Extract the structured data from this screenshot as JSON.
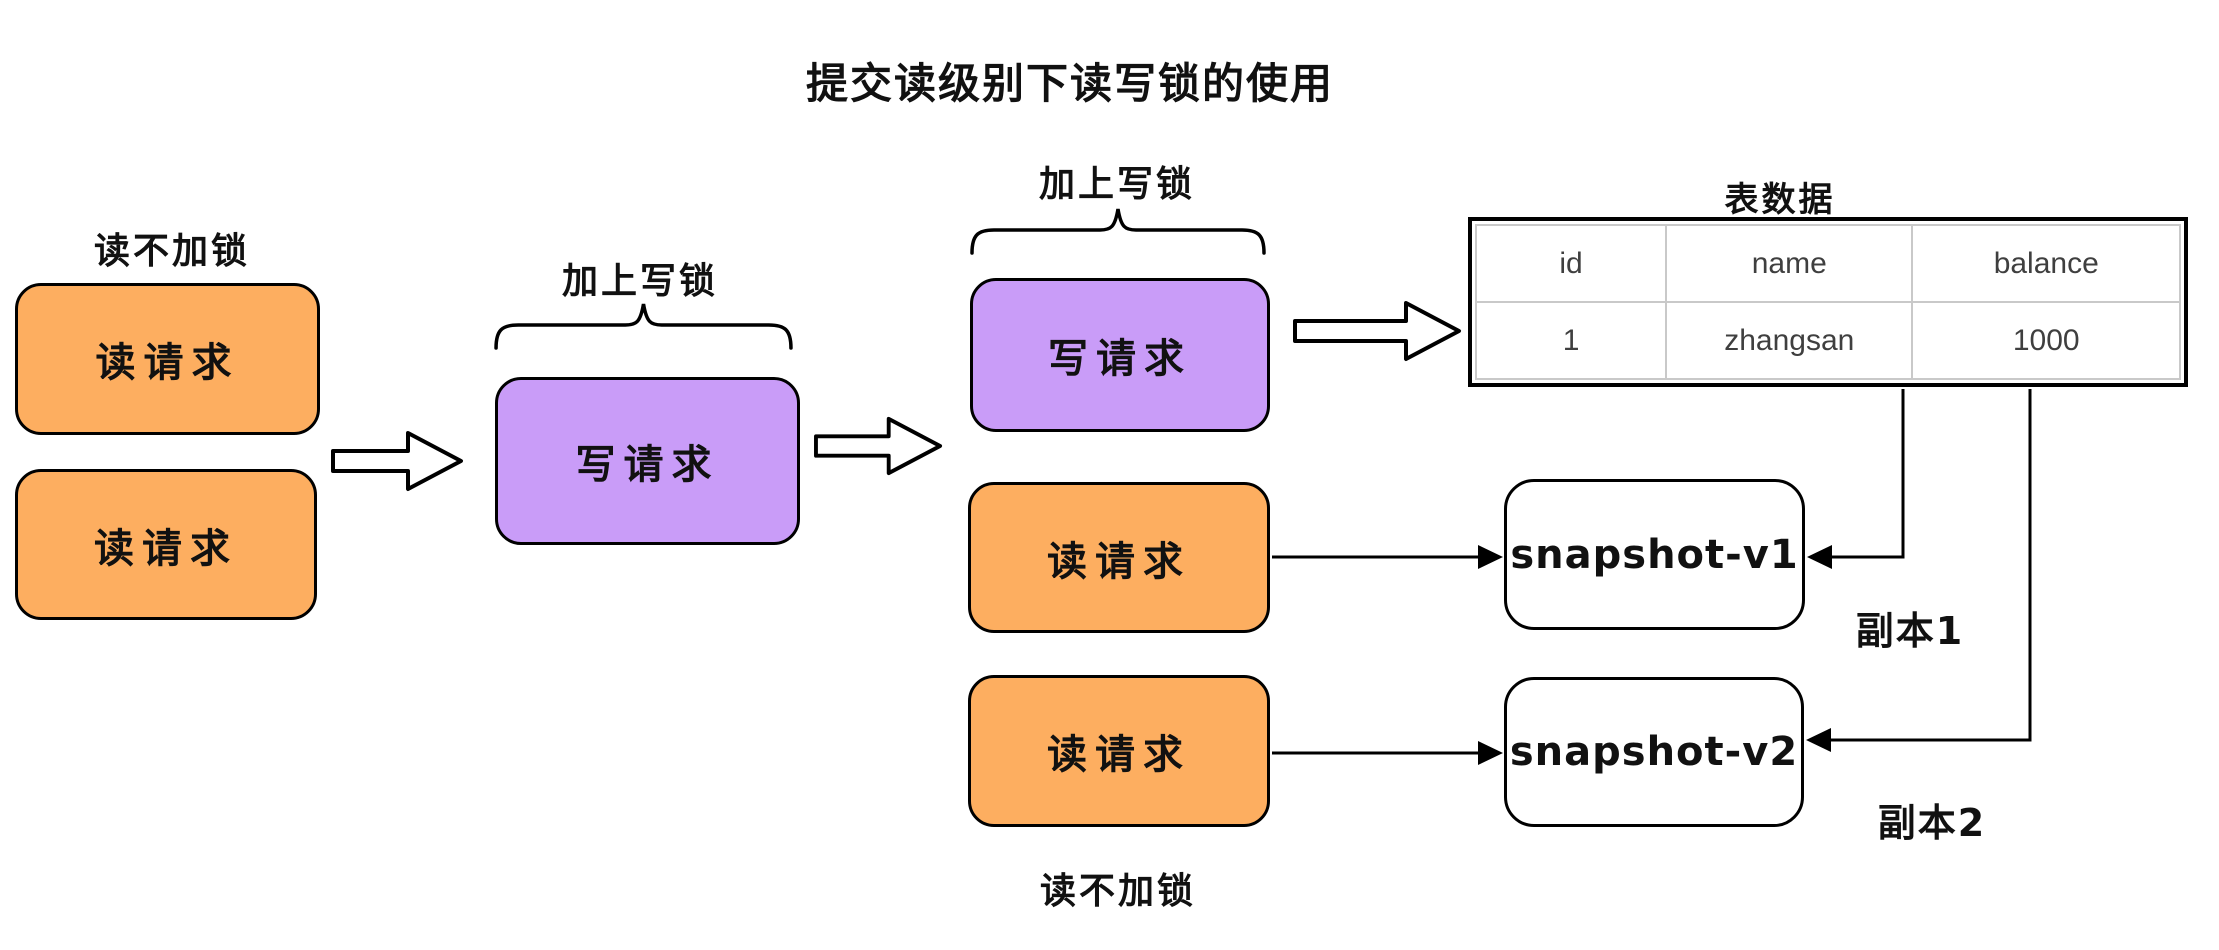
{
  "title": "提交读级别下读写锁的使用",
  "left_group": {
    "label": "读不加锁",
    "boxes": [
      "读请求",
      "读请求"
    ]
  },
  "middle_group": {
    "label": "加上写锁",
    "box": "写请求"
  },
  "right_group": {
    "top_label": "加上写锁",
    "write_box": "写请求",
    "read_boxes": [
      "读请求",
      "读请求"
    ],
    "bottom_label": "读不加锁"
  },
  "table": {
    "title": "表数据",
    "headers": [
      "id",
      "name",
      "balance"
    ],
    "rows": [
      [
        "1",
        "zhangsan",
        "1000"
      ]
    ]
  },
  "snapshots": [
    {
      "label": "snapshot-v1",
      "copy_label": "副本1"
    },
    {
      "label": "snapshot-v2",
      "copy_label": "副本2"
    }
  ],
  "colors": {
    "orange_fill": "#FDAE60",
    "purple_fill": "#C99CF8",
    "outline": "#000000",
    "table_text": "#3F3F3F",
    "table_grid": "#C9C9C9",
    "background": "#FFFFFF"
  }
}
